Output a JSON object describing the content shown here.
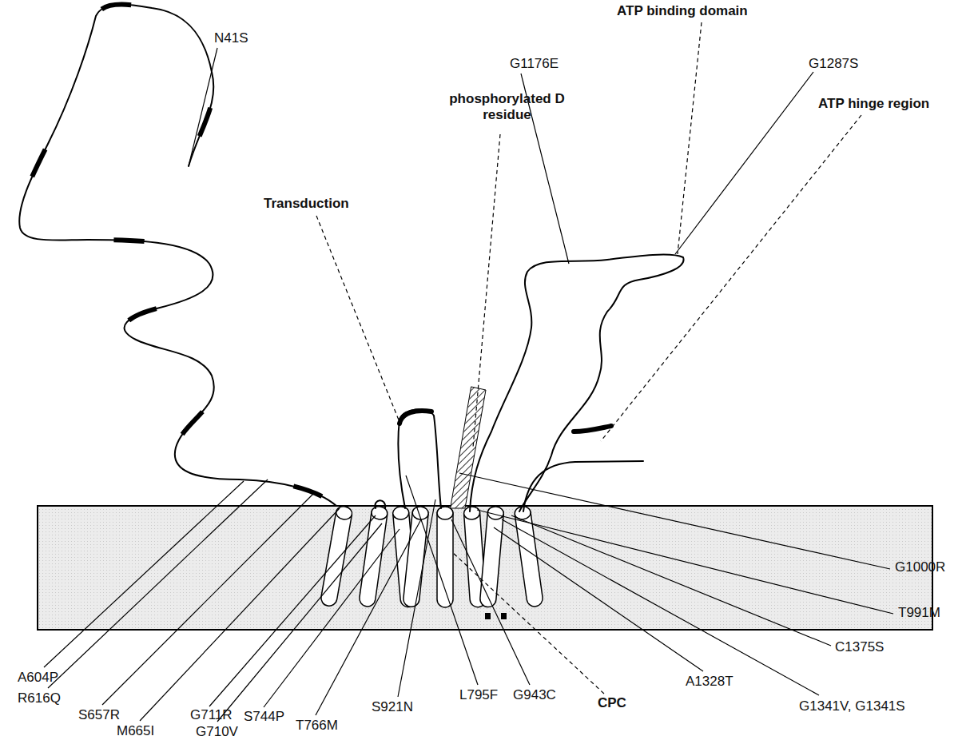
{
  "diagram": {
    "labels": [
      "N41S",
      "ATP binding domain",
      "phosphorylated D residue",
      "G1176E",
      "G1287S",
      "Transduction",
      "ATP hinge region",
      "G1000R",
      "T991M",
      "C1375S",
      "A1328T",
      "G1341V, G1341S",
      "A604P",
      "R616Q",
      "S657R",
      "M665I",
      "G711R",
      "G710V",
      "S744P",
      "T766M",
      "S921N",
      "L795F",
      "G943C",
      "CPC"
    ]
  }
}
